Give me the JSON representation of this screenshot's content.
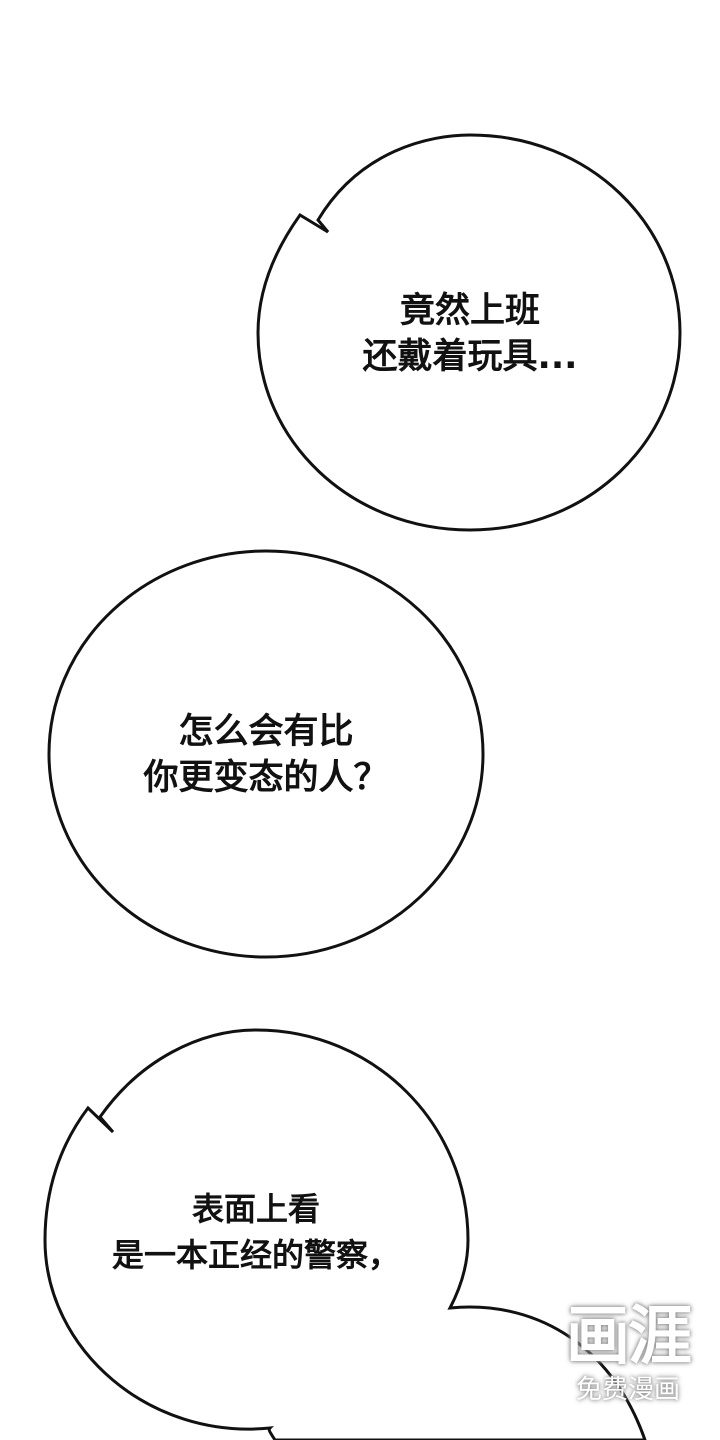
{
  "bubbles": [
    {
      "lines": [
        "竟然上班",
        "还戴着玩具..."
      ]
    },
    {
      "lines": [
        "怎么会有比",
        "你更变态的人？"
      ]
    },
    {
      "lines": [
        "表面上看",
        "是一本正经的警察，"
      ]
    }
  ],
  "watermark": {
    "brand": "画涯",
    "tagline": "免费漫画"
  }
}
